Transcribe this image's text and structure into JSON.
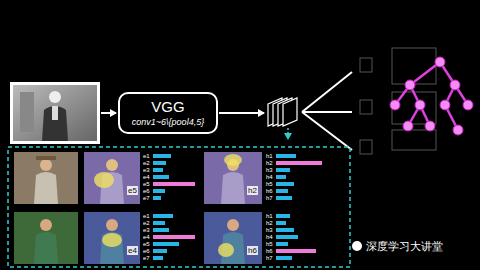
{
  "diagram": {
    "nodes": [
      {
        "text": [
          "VGG",
          "conv1~6\\{pool4,5}"
        ]
      }
    ],
    "labels": [
      "e5",
      "e1",
      "e2",
      "e3",
      "e4",
      "e5",
      "e6",
      "e7",
      "h2",
      "h1",
      "h2",
      "h3",
      "h4",
      "h5",
      "h6",
      "h7",
      "e4",
      "e1",
      "e2",
      "e3",
      "e4",
      "e5",
      "e6",
      "e7",
      "h6",
      "h1",
      "h2",
      "h3",
      "h4",
      "h5",
      "h6",
      "h7",
      "深度学习大讲堂"
    ]
  }
}
